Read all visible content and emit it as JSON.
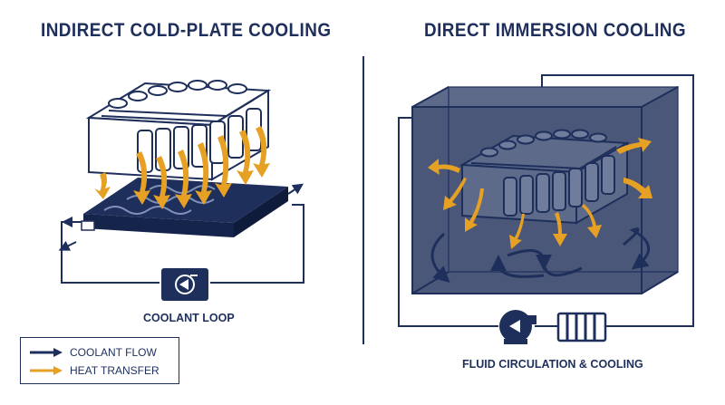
{
  "titles": {
    "left": "INDIRECT COLD-PLATE COOLING",
    "right": "DIRECT IMMERSION COOLING"
  },
  "labels": {
    "coolant_loop": "COOLANT LOOP",
    "fluid_circulation": "FLUID CIRCULATION & COOLING"
  },
  "legend": {
    "items": [
      {
        "label": "COOLANT FLOW",
        "color": "#1e2f5c"
      },
      {
        "label": "HEAT TRANSFER",
        "color": "#e6a124"
      }
    ]
  },
  "colors": {
    "navy": "#1e2f5c",
    "orange": "#e6a124",
    "tank_fill": "#4a5778",
    "white": "#ffffff"
  },
  "icons": {
    "left_pump": "pump-icon",
    "right_pump": "pump-icon",
    "heat_exchanger": "heat-exchanger-icon"
  }
}
